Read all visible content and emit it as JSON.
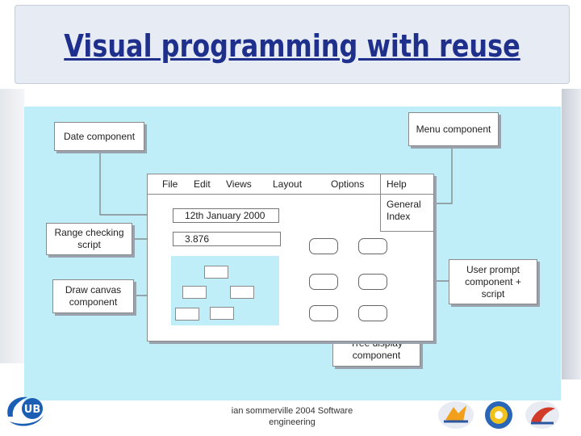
{
  "slide": {
    "title": "Visual programming with reuse"
  },
  "diagram": {
    "date_component": "Date component",
    "menu_component": "Menu component",
    "range_checking": "Range checking\nscript",
    "draw_canvas": "Draw canvas\ncomponent",
    "user_prompt": "User prompt\ncomponent +\nscript",
    "tree_display": "Tree display\ncomponent",
    "window": {
      "menu": [
        "File",
        "Edit",
        "Views",
        "Layout",
        "Options",
        "Help"
      ],
      "help_dropdown": "General\nIndex",
      "date_field": "12th January 2000",
      "number_field": "3.876"
    }
  },
  "footer": {
    "text": "ian   sommerville  2004 Software engineering"
  },
  "logos": [
    "ub-logo",
    "logo-2",
    "logo-3",
    "logo-4"
  ]
}
